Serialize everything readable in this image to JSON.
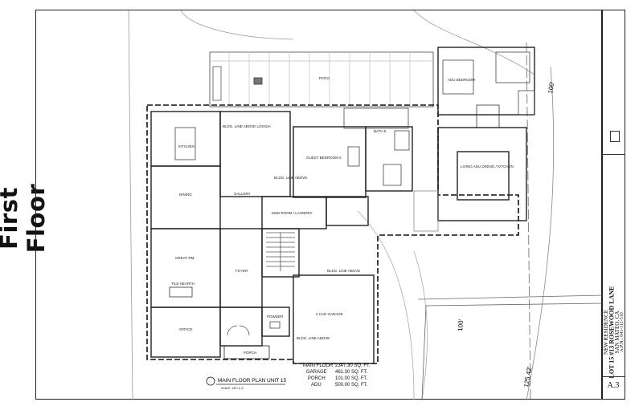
{
  "page": {
    "side_title": "First Floor"
  },
  "plan": {
    "title": "MAIN FLOOR PLAN UNIT 15",
    "scale": "SCALE: 1/8\"=1'-0\"",
    "rooms": {
      "patio": "PATIO",
      "kitchen": "KITCHEN",
      "dining": "DINING",
      "gallery": "GALLERY",
      "great_rm": "GREAT RM.",
      "office": "OFFICE",
      "foyer": "FOYER",
      "porch": "PORCH",
      "powder": "POWDER",
      "mud_room": "MUD ROOM / LAUNDRY",
      "garage": "2 CAR GARAGE",
      "guest_bedroom": "GUEST BEDROOM 5",
      "bath": "BATH 5",
      "adu_bedroom": "ADU BEDROOM",
      "living": "LIVING ADU DINING / KITCHEN",
      "bldg_line_loggia": "BLDG. LINE ABOVE LOGGIA",
      "bldg_line_1": "BLDG. LINE ABOVE",
      "bldg_line_2": "BLDG. LINE ABOVE",
      "bldg_line_3": "BLDG. LINE ABOVE",
      "tile_hearth": "TILE HEARTH"
    },
    "area_table": [
      {
        "label": "MAIN FLOOR",
        "value": "2347.30 SQ. FT."
      },
      {
        "label": "GARAGE",
        "value": "461.30 SQ. FT."
      },
      {
        "label": "PORCH",
        "value": "101.00 SQ. FT."
      },
      {
        "label": "ADU",
        "value": "500.00 SQ. FT."
      }
    ],
    "dims": [
      "100'",
      "100'",
      "125.42'"
    ]
  },
  "title_block": {
    "project": "NEW RESIDENCE",
    "address": "LOT 15 #13 ROSEWOOD LANE",
    "city": "SAN MATEO, CA",
    "apn": "A.P.N.: 041-111-510",
    "sheet": "A.3"
  }
}
